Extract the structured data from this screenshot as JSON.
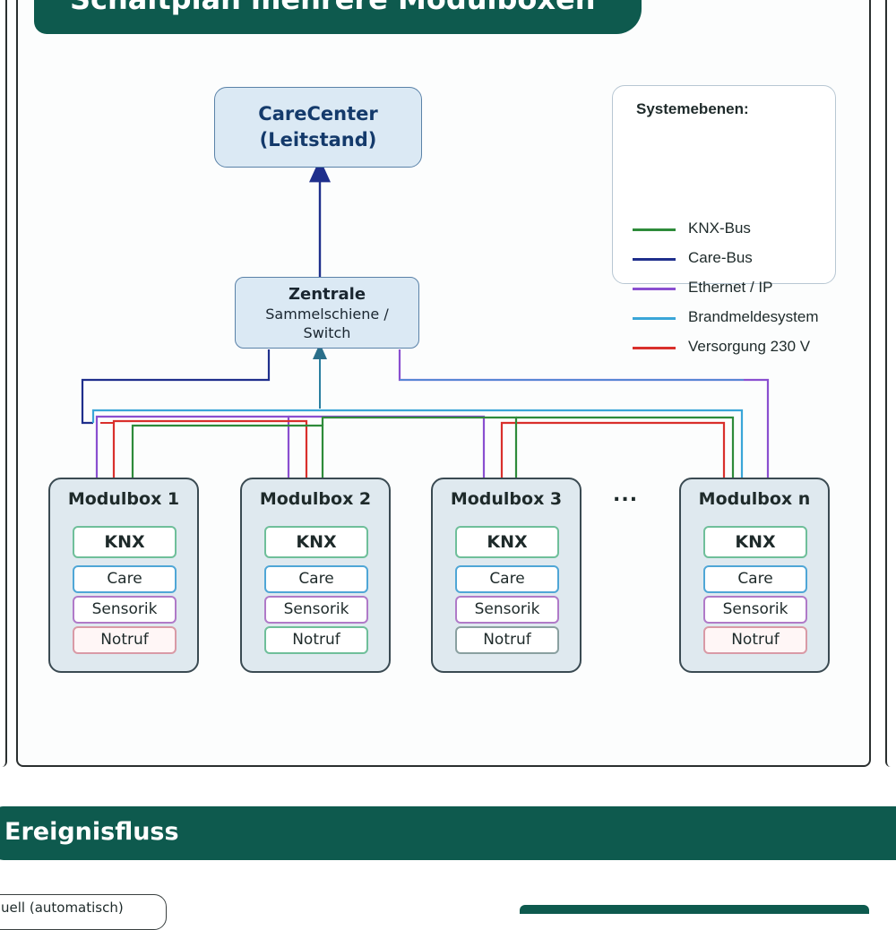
{
  "title": "Schaltplan mehrere Modulboxen",
  "carecenter": {
    "line1": "CareCenter",
    "line2": "(Leitstand)"
  },
  "zentrale": {
    "line1": "Zentrale",
    "line2": "Sammelschiene /",
    "line3": "Switch"
  },
  "legend": {
    "title": "Systemebenen:",
    "items": [
      {
        "label": "KNX-Bus",
        "color": "#2e8b3a"
      },
      {
        "label": "Care-Bus",
        "color": "#1f2f8c"
      },
      {
        "label": "Ethernet / IP",
        "color": "#8a4fd0"
      },
      {
        "label": "Brandmeldesystem",
        "color": "#3aa6d8"
      },
      {
        "label": "Versorgung 230 V",
        "color": "#d9302c"
      }
    ]
  },
  "modules": [
    {
      "title": "Modulbox 1",
      "items": [
        "KNX",
        "Care",
        "Sensorik",
        "Notruf"
      ]
    },
    {
      "title": "Modulbox 2",
      "items": [
        "KNX",
        "Care",
        "Sensorik",
        "Notruf"
      ]
    },
    {
      "title": "Modulbox 3",
      "items": [
        "KNX",
        "Care",
        "Sensorik",
        "Notruf"
      ]
    },
    {
      "title": "Modulbox n",
      "items": [
        "KNX",
        "Care",
        "Sensorik",
        "Notruf"
      ]
    }
  ],
  "ellipsis": "...",
  "section_title": "Ereignisfluss",
  "pill_text": "uell (automatisch)",
  "colors": {
    "banner": "#0e5a4e",
    "node_fill": "#dbe9f4",
    "module_fill": "#dfe9ef"
  }
}
